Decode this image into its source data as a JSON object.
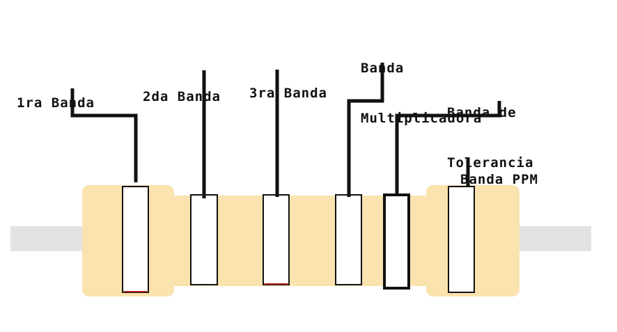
{
  "labels": {
    "band1": "1ra Banda",
    "band2": "2da Banda",
    "band3": "3ra Banda",
    "multiplier_line1": "Banda",
    "multiplier_line2": "Multiplicadora",
    "tolerance_line1": "Banda de",
    "tolerance_line2": "Tolerancia",
    "ppm": "Banda PPM"
  },
  "colors": {
    "resistor_body": "#fae3ae",
    "lead_wire": "#e3e3e3",
    "band_fill": "#ffffff",
    "band_outline": "#111111",
    "leader_line": "#111111",
    "band_accent": "#b22222"
  }
}
